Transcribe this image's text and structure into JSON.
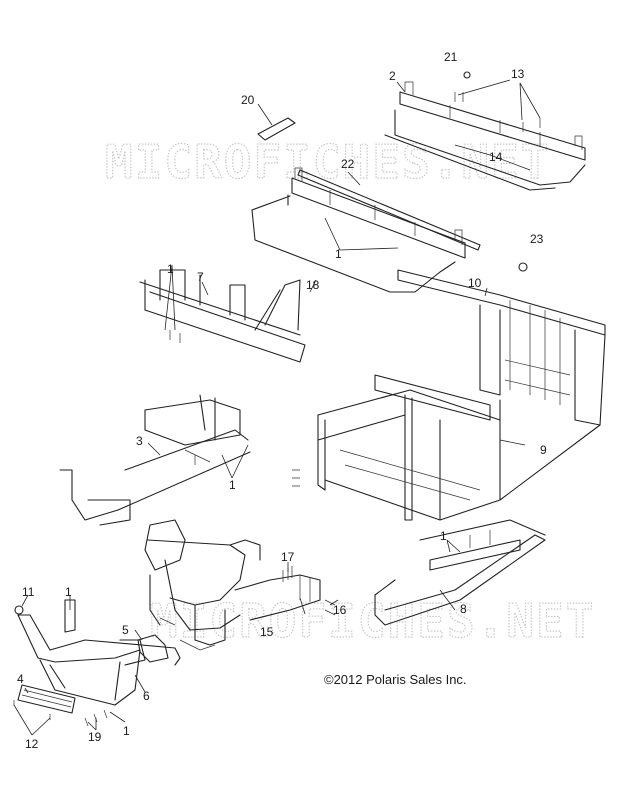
{
  "watermarks": [
    "MICROFICHES.NET",
    "MICROFICHES.NET"
  ],
  "copyright": "©2012 Polaris Sales Inc.",
  "callouts": {
    "c21": "21",
    "c13": "13",
    "c2": "2",
    "c20": "20",
    "c14": "14",
    "c22": "22",
    "c1_a": "1",
    "c23": "23",
    "c7": "7",
    "c18": "18",
    "c10": "10",
    "c1_b": "1",
    "c3": "3",
    "c1_c": "1",
    "c9": "9",
    "c1_d": "1",
    "c17": "17",
    "c8": "8",
    "c11": "11",
    "c1_e": "1",
    "c16": "16",
    "c15": "15",
    "c5": "5",
    "c4": "4",
    "c6": "6",
    "c12": "12",
    "c19": "19",
    "c1_f": "1"
  }
}
